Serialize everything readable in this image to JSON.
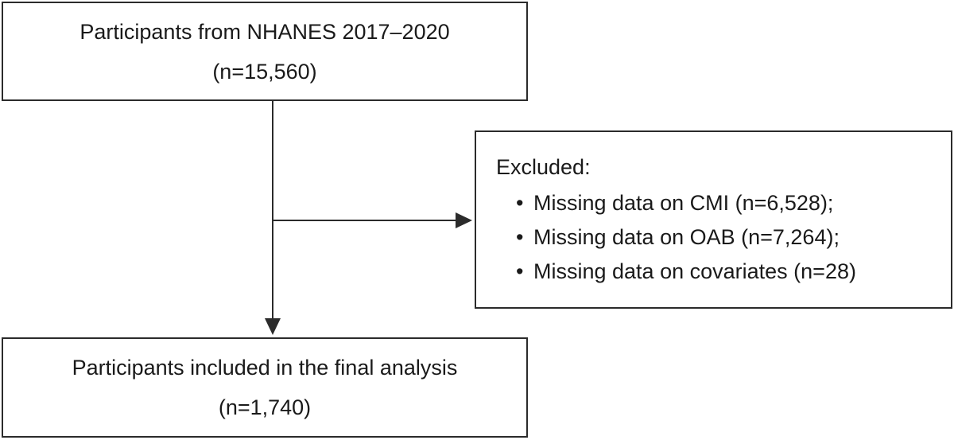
{
  "top_box": {
    "line1": "Participants from NHANES 2017–2020",
    "line2": "(n=15,560)"
  },
  "exclusion_box": {
    "heading": "Excluded:",
    "bullet_glyph": "•",
    "items": [
      "Missing data on CMI (n=6,528);",
      "Missing data on OAB (n=7,264);",
      "Missing data on covariates (n=28)"
    ]
  },
  "bottom_box": {
    "line1": "Participants included in the final analysis",
    "line2": "(n=1,740)"
  },
  "colors": {
    "stroke": "#2b2b2b",
    "text": "#1a1a1a",
    "background": "#ffffff"
  }
}
